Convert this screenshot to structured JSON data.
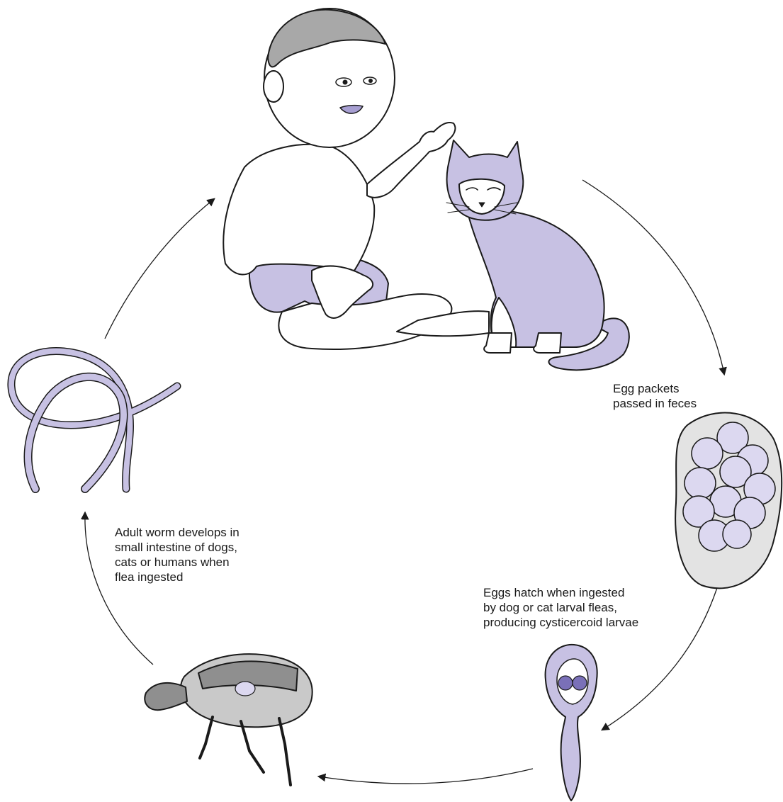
{
  "labels": {
    "egg_packets": "Egg packets\npassed in feces",
    "eggs_hatch": "Eggs hatch when ingested\nby dog or cat larval fleas,\nproducing cysticercoid larvae",
    "adult_worm": "Adult worm develops in\nsmall intestine of dogs,\ncats or humans when\nflea ingested"
  },
  "colors": {
    "accent_lavender": "#c7c1e3",
    "accent_lavender_dark": "#a79fd2",
    "outline": "#1a1a1a",
    "flea_gray": "#8f8f8f",
    "flea_light": "#c9c9c9",
    "packet_gray": "#e3e3e3",
    "egg_fill": "#dcd8f0"
  },
  "icons": [
    "child-illustration",
    "cat-illustration",
    "egg-packet-illustration",
    "cysticercoid-larva-illustration",
    "flea-illustration",
    "tapeworm-illustration"
  ]
}
